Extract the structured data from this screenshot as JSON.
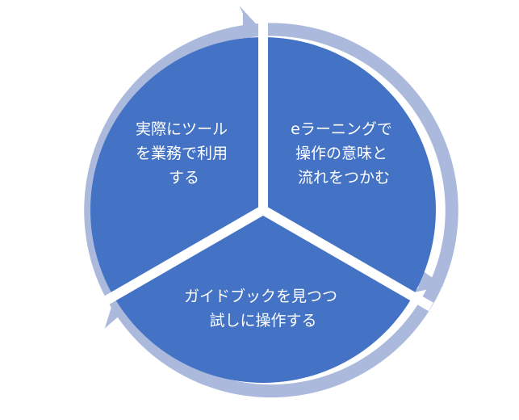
{
  "diagram": {
    "type": "cycle",
    "colors": {
      "segment_fill": "#4472c4",
      "arrow_fill": "#abb9dc",
      "separator": "#ffffff",
      "label_text": "#ffffff"
    },
    "segments": [
      {
        "id": "elearning",
        "lines": [
          "eラーニングで",
          "操作の意味と",
          "流れをつかむ"
        ]
      },
      {
        "id": "guidebook",
        "lines": [
          "ガイドブックを見つつ",
          "試しに操作する"
        ]
      },
      {
        "id": "practice",
        "lines": [
          "実際にツール",
          "を業務で利用",
          "する"
        ]
      }
    ]
  }
}
